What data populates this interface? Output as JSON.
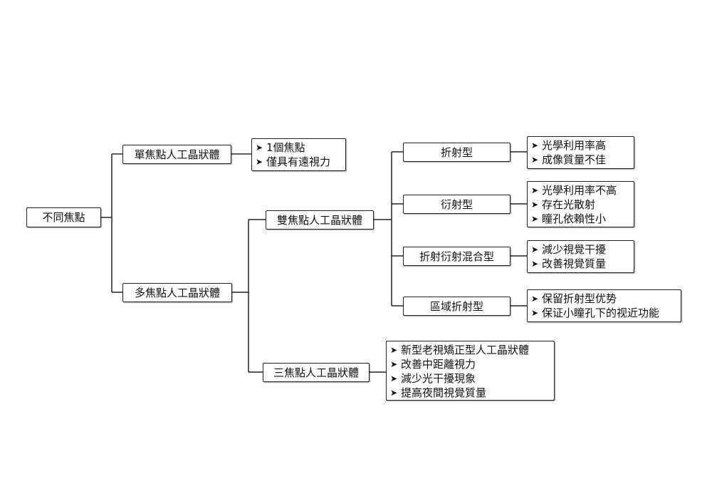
{
  "root": {
    "label": "不同焦點"
  },
  "single": {
    "label": "單焦點人工晶狀體",
    "items": [
      "1個焦點",
      "僅具有遠視力"
    ]
  },
  "multi": {
    "label": "多焦點人工晶狀體"
  },
  "bifocal": {
    "label": "雙焦點人工晶狀體"
  },
  "refractive": {
    "label": "折射型",
    "items": [
      "光學利用率高",
      "成像質量不佳"
    ]
  },
  "diffractive": {
    "label": "衍射型",
    "items": [
      "光學利用率不高",
      "存在光散射",
      "瞳孔依賴性小"
    ]
  },
  "hybrid": {
    "label": "折射衍射混合型",
    "items": [
      "減少視覺干擾",
      "改善視覺質量"
    ]
  },
  "zonal": {
    "label": "區域折射型",
    "items": [
      "保留折射型优势",
      "保证小瞳孔下的视近功能"
    ]
  },
  "trifocal": {
    "label": "三焦點人工晶狀體",
    "items": [
      "新型老視矯正型人工晶狀體",
      "改善中距離視力",
      "減少光干擾現象",
      "提高夜間視覺質量"
    ]
  },
  "bullet_icon": "arrowhead-bullet",
  "line_color": "#222222"
}
